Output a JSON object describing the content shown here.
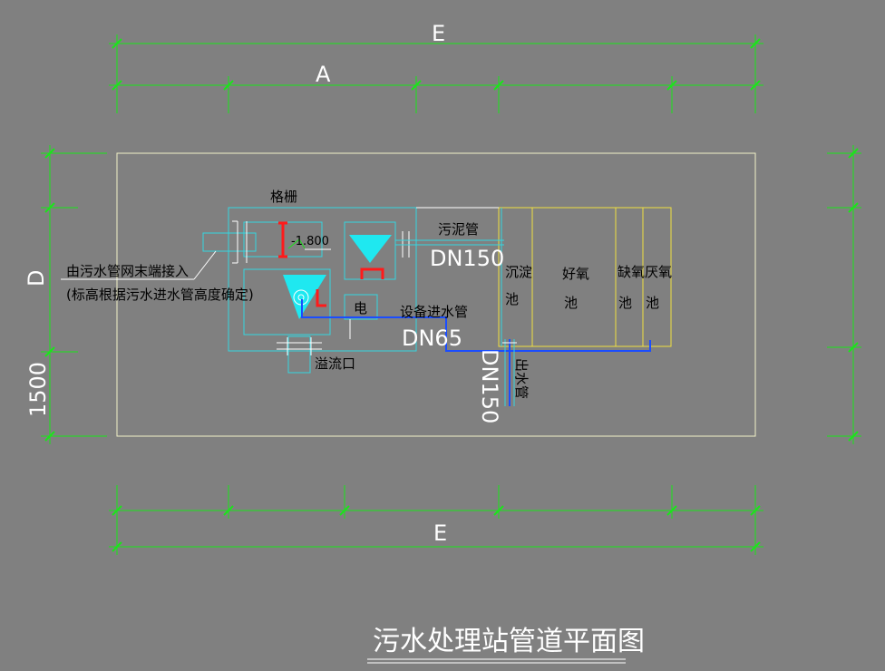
{
  "dimensions": {
    "top_outer": "E",
    "top_inner": "A",
    "bottom": "E",
    "left_upper": "D",
    "left_lower": "1500"
  },
  "labels": {
    "grille": "格栅",
    "level": "-1.800",
    "inlet_line1": "由污水管网末端接入",
    "inlet_line2": "(标高根据污水进水管高度确定)",
    "sludge_pipe": "污泥管",
    "sludge_dn": "DN150",
    "equip_inlet": "设备进水管",
    "equip_dn": "DN65",
    "power": "电",
    "overflow": "溢流口",
    "outlet": "出水管",
    "outlet_dn": "DN150"
  },
  "tanks": [
    {
      "line1": "沉淀",
      "line2": "池"
    },
    {
      "line1": "好氧",
      "line2": "池"
    },
    {
      "line1": "缺氧",
      "line2": "池"
    },
    {
      "line1": "厌氧",
      "line2": "池"
    }
  ],
  "title": "污水处理站管道平面图",
  "colors": {
    "background": "#808080",
    "dimension": "#19e619",
    "pipe_cyan": "#35d6e0",
    "tank_yellow": "#f0e040",
    "water_blue": "#1a4dff",
    "marker_red": "#ff1a1a"
  }
}
